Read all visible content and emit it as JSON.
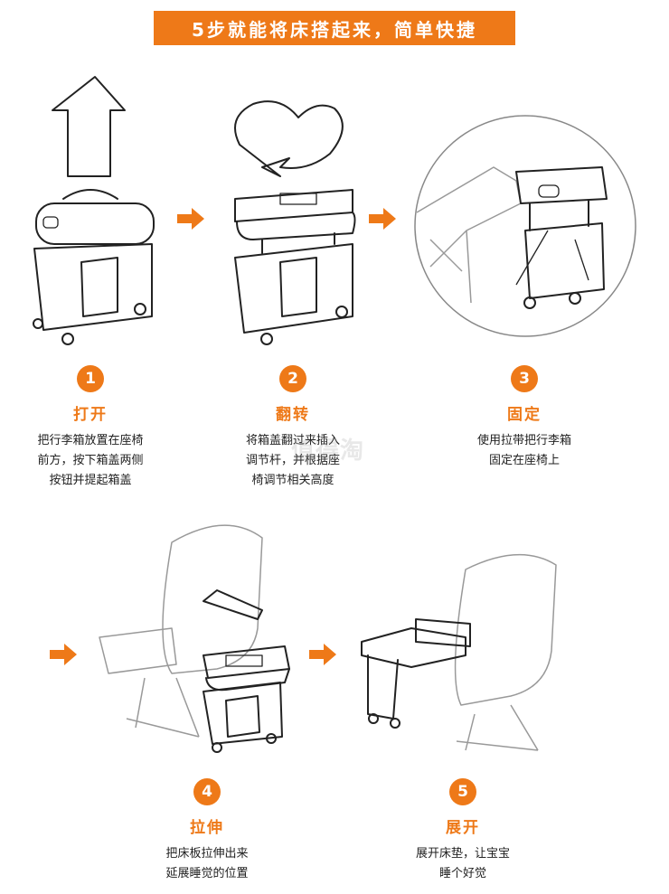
{
  "header": {
    "title": "5步就能将床搭起来，简单快捷"
  },
  "steps": [
    {
      "num": "1",
      "title": "打开",
      "desc": "把行李箱放置在座椅\n前方，按下箱盖两侧\n按钮并提起箱盖"
    },
    {
      "num": "2",
      "title": "翻转",
      "desc": "将箱盖翻过来插入\n调节杆，并根据座\n椅调节相关高度"
    },
    {
      "num": "3",
      "title": "固定",
      "desc": "使用拉带把行李箱\n固定在座椅上"
    },
    {
      "num": "4",
      "title": "拉伸",
      "desc": "把床板拉伸出来\n延展睡觉的位置"
    },
    {
      "num": "5",
      "title": "展开",
      "desc": "展开床垫，让宝宝\n睡个好觉"
    }
  ],
  "watermark": "值得淘",
  "colors": {
    "accent": "#ee7918"
  }
}
